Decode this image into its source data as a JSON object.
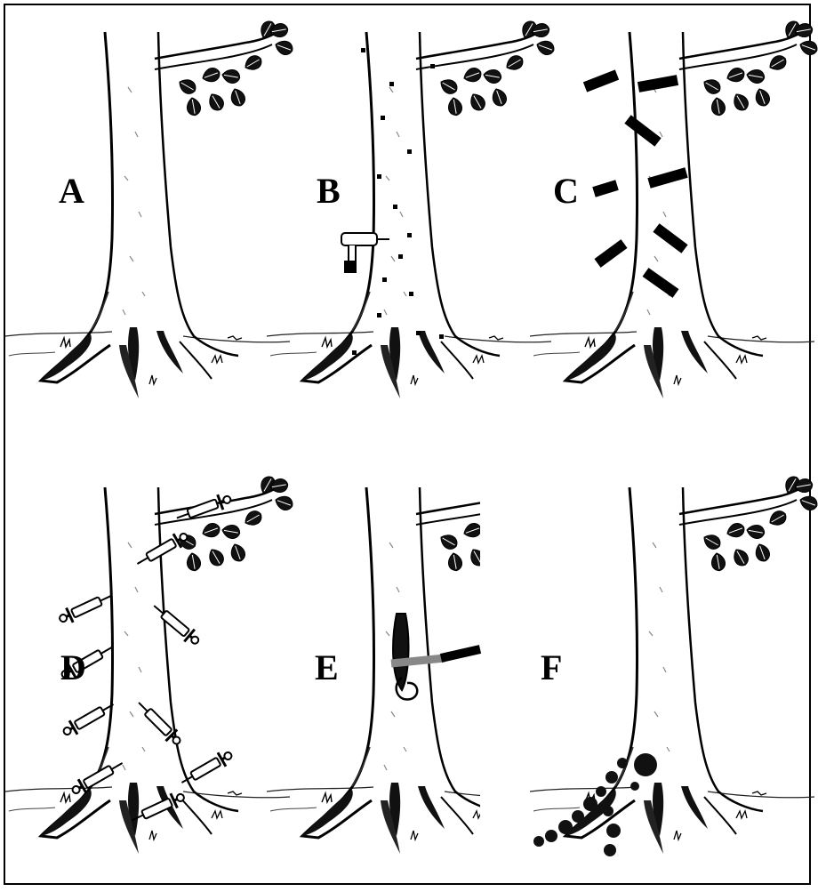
{
  "figure": {
    "panels": [
      {
        "id": "A",
        "label": "A",
        "treatment": "none"
      },
      {
        "id": "B",
        "label": "B",
        "treatment": "drill-holes"
      },
      {
        "id": "C",
        "label": "C",
        "treatment": "inserted-sticks"
      },
      {
        "id": "D",
        "label": "D",
        "treatment": "syringes"
      },
      {
        "id": "E",
        "label": "E",
        "treatment": "knife-cut"
      },
      {
        "id": "F",
        "label": "F",
        "treatment": "fungal-growth"
      }
    ]
  }
}
